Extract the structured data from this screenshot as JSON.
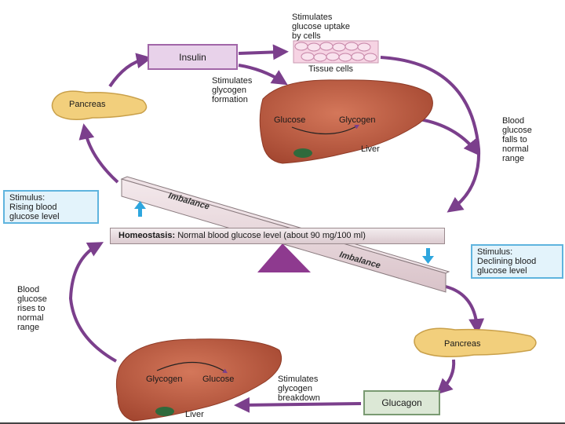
{
  "labels": {
    "insulin": "Insulin",
    "glucagon": "Glucagon",
    "pancreas_top": "Pancreas",
    "pancreas_bottom": "Pancreas",
    "tissue_cells": "Tissue cells",
    "stimulates_uptake": "Stimulates\nglucose uptake\nby cells",
    "stimulates_formation": "Stimulates\nglycogen\nformation",
    "stimulates_breakdown": "Stimulates\nglycogen\nbreakdown",
    "liver_top": "Liver",
    "liver_bottom": "Liver",
    "glucose_top": "Glucose",
    "glycogen_top": "Glycogen",
    "glycogen_bottom": "Glycogen",
    "glucose_bottom": "Glucose",
    "blood_falls": "Blood\nglucose\nfalls to\nnormal\nrange",
    "blood_rises": "Blood\nglucose\nrises to\nnormal\nrange",
    "stimulus_rising": "Stimulus:\nRising blood\nglucose level",
    "stimulus_declining": "Stimulus:\nDeclining blood\nglucose level",
    "imbalance_top": "Imbalance",
    "imbalance_bottom": "Imbalance",
    "homeostasis_bold": "Homeostasis:",
    "homeostasis_text": " Normal blood glucose level (about 90 mg/100 ml)"
  },
  "colors": {
    "arrow": "#7b3f8c",
    "liver": "#b8553c",
    "pancreas": "#f2cf7c",
    "stimulus_arrow": "#2ea6de"
  }
}
